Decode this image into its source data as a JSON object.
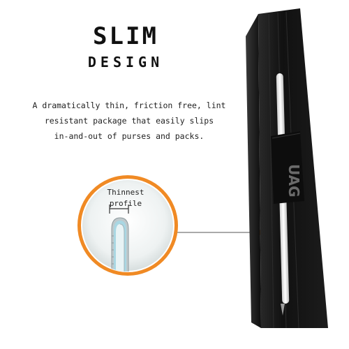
{
  "headline": {
    "line1": "SLIM",
    "line2": "DESIGN"
  },
  "description": [
    "A dramatically thin, friction free, lint",
    "resistant package that easily slips",
    "in-and-out of purses and packs."
  ],
  "callout": {
    "line1": "Thinnest",
    "line2": "profile"
  },
  "brand_mark": "UAG",
  "colors": {
    "accent": "#f08a24",
    "case": "#151515",
    "text": "#111111"
  }
}
